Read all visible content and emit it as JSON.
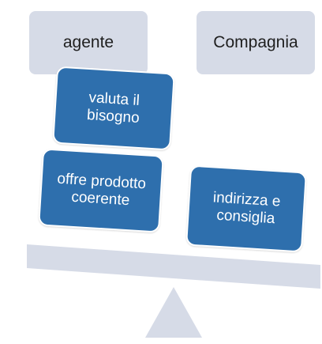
{
  "headers": {
    "left": "agente",
    "right": "Compagnia"
  },
  "weights": {
    "left_top": "valuta il bisogno",
    "left_bottom": "offre prodotto coerente",
    "right": "indirizza e consiglia"
  },
  "colors": {
    "header_bg": "#d6dbe7",
    "weight_bg": "#2e6fad",
    "beam": "#d6dbe7",
    "fulcrum": "#d6dbe7"
  }
}
